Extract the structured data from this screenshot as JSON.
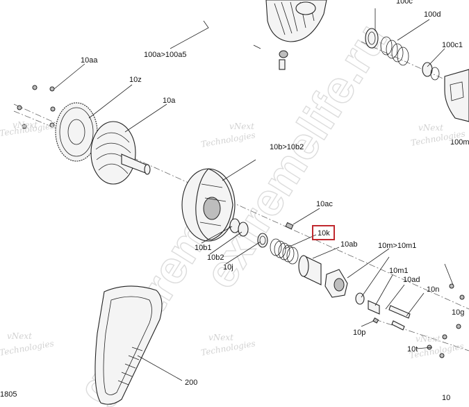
{
  "labels": {
    "l_100c": "100c",
    "l_100d": "100d",
    "l_100a": "100a>100a5",
    "l_100c1": "100c1",
    "l_10aa": "10aa",
    "l_10z": "10z",
    "l_10a": "10a",
    "l_100m": "100m",
    "l_10b": "10b>10b2",
    "l_10ac": "10ac",
    "l_10k": "10k",
    "l_10ab": "10ab",
    "l_10b1": "10b1",
    "l_10b2": "10b2",
    "l_10j": "10j",
    "l_10m": "10m>10m1",
    "l_10m1": "10m1",
    "l_10ad": "10ad",
    "l_10n": "10n",
    "l_10g": "10g",
    "l_10p": "10p",
    "l_10t": "10t",
    "l_10edge": "10",
    "l_200": "200",
    "l_805": "1805"
  },
  "watermarks": {
    "wm1_a": "vNext",
    "wm1_b": "Technologies",
    "wm2_a": "vNext",
    "wm2_b": "Technologies",
    "wm3_a": "vNext",
    "wm3_b": "Technologies",
    "wm4_a": "vNext",
    "wm4_b": "Technologies",
    "wm5_a": "vNext",
    "wm5_b": "Technologies",
    "wm6_a": "vNext",
    "wm6_b": "Technologies",
    "big_1": "extremelife.ru",
    "big_2": "gdextreme"
  },
  "highlight": {
    "label": "10k",
    "color": "#c0282e"
  }
}
